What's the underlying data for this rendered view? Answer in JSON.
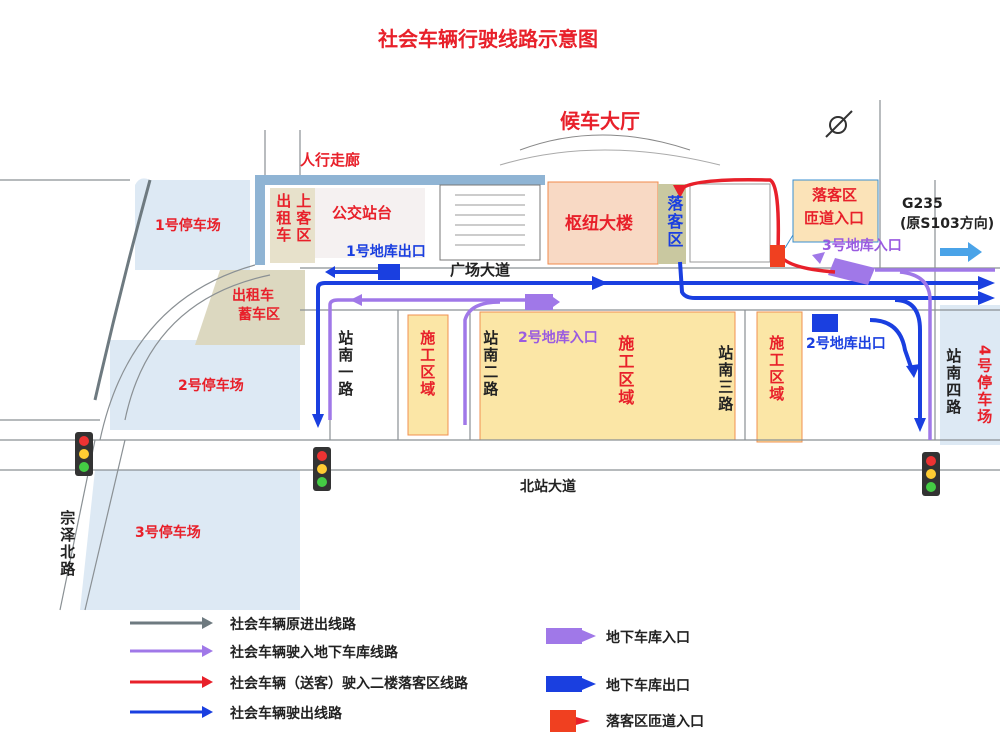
{
  "title": "社会车辆行驶线路示意图",
  "colors": {
    "red": "#e8202a",
    "blue": "#1a3fe0",
    "purple": "#9a5be0",
    "gray": "#6e7a80",
    "hub": "#f8d9c4",
    "construction": "#fbe6a6",
    "parking": "#dde9f4"
  },
  "labels": {
    "waiting_hall": "候车大厅",
    "pedestrian_corridor": "人行走廊",
    "parking1": "1号停车场",
    "taxi": "出租车",
    "pickup_area": "上客区",
    "bus_platform": "公交站台",
    "garage1_exit": "1号地库出口",
    "plaza_avenue": "广场大道",
    "hub_building": "枢纽大楼",
    "dropoff_area": "落客区",
    "ramp_entry_line1": "落客区",
    "ramp_entry_line2": "匝道入口",
    "g235": "G235",
    "g235_dir": "(原S103方向)",
    "garage3_entry": "3号地库入口",
    "taxi_queue_line1": "出租车",
    "taxi_queue_line2": "蓄车区",
    "road_south1": "站南一路",
    "construction": "施工区域",
    "road_south2": "站南二路",
    "garage2_entry": "2号地库入口",
    "road_south3": "站南三路",
    "garage2_exit": "2号地库出口",
    "road_south4": "站南四路",
    "parking4": "4号停车场",
    "parking2": "2号停车场",
    "north_station_ave": "北站大道",
    "zongze_north_road": "宗泽北路",
    "parking3": "3号停车场"
  },
  "legend": {
    "lines": [
      {
        "label": "社会车辆原进出线路",
        "color": "#6e7a80"
      },
      {
        "label": "社会车辆驶入地下车库线路",
        "color": "#a078e8"
      },
      {
        "label": "社会车辆（送客）驶入二楼落客区线路",
        "color": "#e8202a"
      },
      {
        "label": "社会车辆驶出线路",
        "color": "#1a3fe0"
      }
    ],
    "icons": [
      {
        "label": "地下车库入口",
        "color": "#a078e8"
      },
      {
        "label": "地下车库出口",
        "color": "#1a3fe0"
      },
      {
        "label": "落客区匝道入口",
        "color": "#f04020"
      }
    ]
  },
  "icons": [
    "traffic-light-icon",
    "north-arrow-icon",
    "direction-arrow-icon"
  ]
}
